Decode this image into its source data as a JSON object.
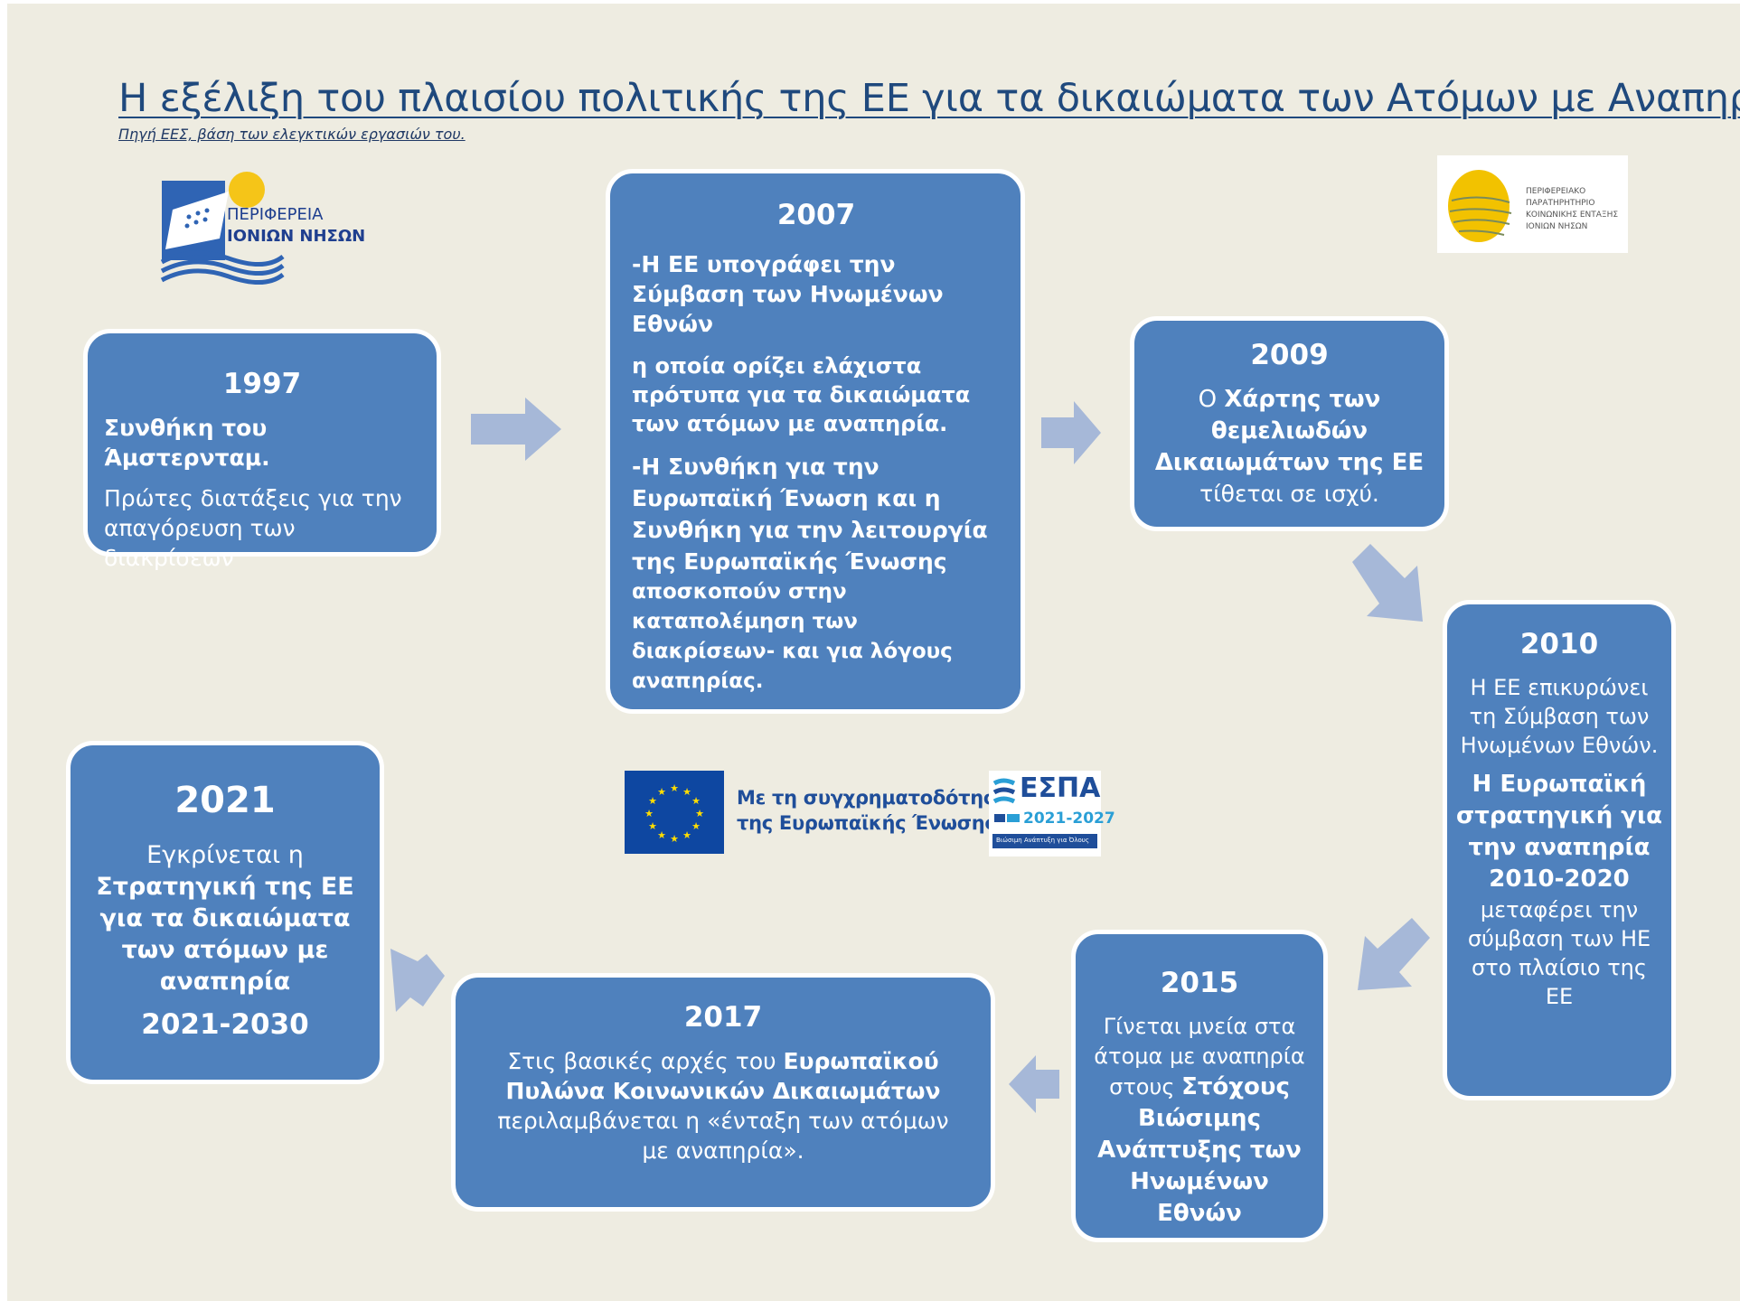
{
  "title": "Η εξέλιξη του πλαισίου πολιτικής της ΕΕ για τα δικαιώματα των Ατόμων με Αναπηρία",
  "source": "Πηγή ΕΕΣ, βάση των ελεγκτικών εργασιών του.",
  "logos": {
    "region_line1": "ΠΕΡΙΦΕΡΕΙΑ",
    "region_line2": "ΙΟΝΙΩΝ ΝΗΣΩΝ",
    "observatory_line1": "ΠΕΡΙΦΕΡΕΙΑΚΟ",
    "observatory_line2": "ΠΑΡΑΤΗΡΗΤΗΡΙΟ",
    "observatory_line3": "ΚΟΙΝΩΝΙΚΗΣ ΕΝΤΑΞΗΣ",
    "observatory_line4": "ΙΟΝΙΩΝ ΝΗΣΩΝ",
    "eu_line1": "Με τη συγχρηματοδότηση",
    "eu_line2": "της Ευρωπαϊκής Ένωσης",
    "espa_name": "ΕΣΠΑ",
    "espa_period": "2021-2027",
    "espa_tagline": "Βιώσιμη Ανάπτυξη για Όλους"
  },
  "colors": {
    "background": "#eeece1",
    "box": "#4f81bd",
    "arrow": "#a6b8d8",
    "title": "#1f497d"
  },
  "timeline": {
    "y1997": {
      "year": "1997",
      "bold": "Συνθήκη του Άμστερνταμ.",
      "text": "Πρώτες διατάξεις για την απαγόρευση των διακρίσεων"
    },
    "y2007": {
      "year": "2007",
      "p1": "-Η ΕΕ υπογράφει την Σύμβαση των Ηνωμένων Εθνών",
      "p2": "η οποία ορίζει ελάχιστα πρότυπα για τα δικαιώματα των ατόμων με αναπηρία.",
      "p3": "-Η Συνθήκη για την Ευρωπαϊκή Ένωση και η Συνθήκη για την λειτουργία της Ευρωπαϊκής Ένωσης",
      "p4": "αποσκοπούν στην καταπολέμηση των διακρίσεων- και για λόγους αναπηρίας."
    },
    "y2009": {
      "year": "2009",
      "pre": "Ο ",
      "bold": "Χάρτης των θεμελιωδών Δικαιωμάτων της ΕΕ",
      "text": "τίθεται σε ισχύ."
    },
    "y2010": {
      "year": "2010",
      "text1": "Η ΕΕ επικυρώνει τη Σύμβαση των Ηνωμένων Εθνών.",
      "bold": "Η Ευρωπαϊκή στρατηγική για την αναπηρία 2010-2020",
      "text2": "μεταφέρει την σύμβαση των ΗΕ στο πλαίσιο της ΕΕ"
    },
    "y2015": {
      "year": "2015",
      "text": "Γίνεται μνεία στα άτομα με αναπηρία στους ",
      "bold": "Στόχους Βιώσιμης Ανάπτυξης των Ηνωμένων Εθνών"
    },
    "y2017": {
      "year": "2017",
      "pre": "Στις  βασικές αρχές του ",
      "bold": "Ευρωπαϊκού Πυλώνα Κοινωνικών Δικαιωμάτων",
      "text": "περιλαμβάνεται η «ένταξη των ατόμων με αναπηρία»."
    },
    "y2021": {
      "year": "2021",
      "pre": "Εγκρίνεται η ",
      "bold": "Στρατηγική της ΕΕ για τα δικαιώματα των ατόμων με αναπηρία",
      "period": "2021-2030"
    }
  }
}
